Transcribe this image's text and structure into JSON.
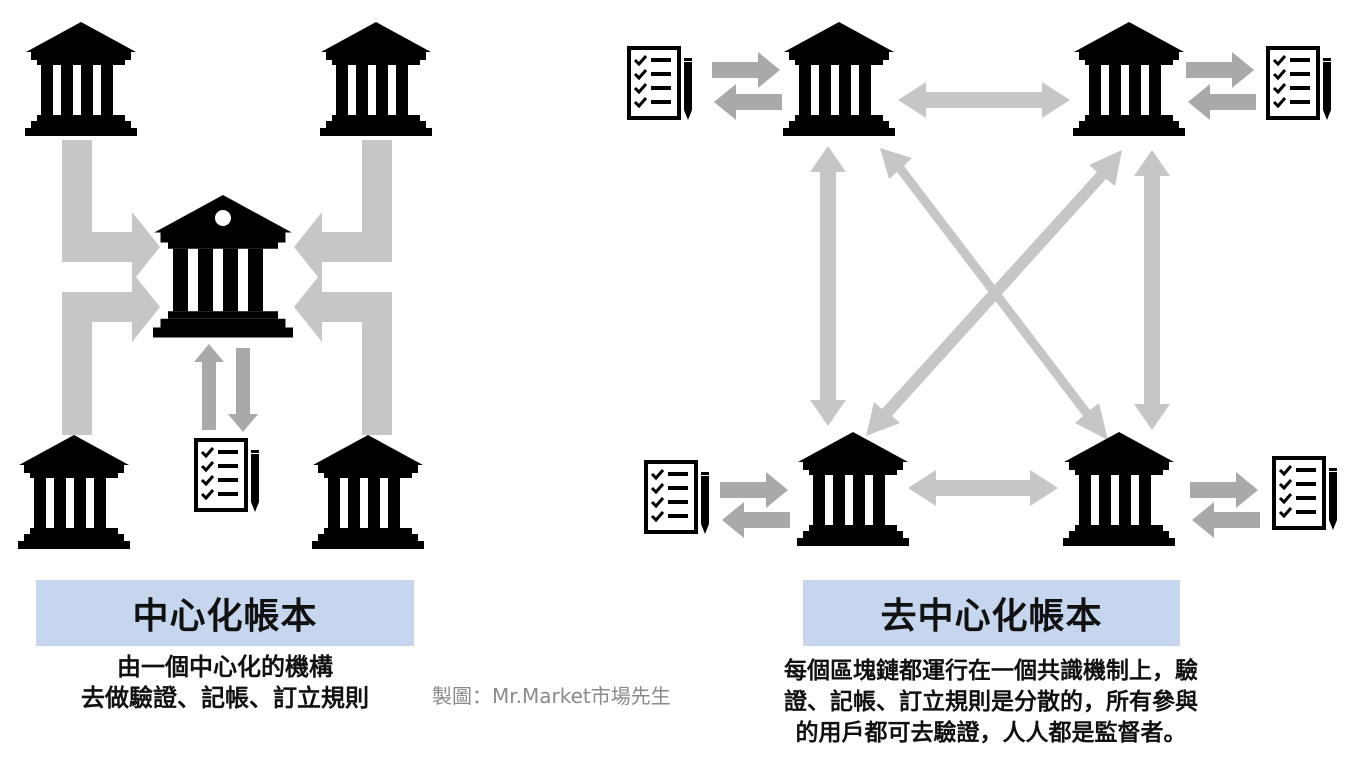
{
  "left": {
    "title": "中心化帳本",
    "caption_line1": "由一個中心化的機構",
    "caption_line2": "去做驗證、記帳、訂立規則"
  },
  "right": {
    "title": "去中心化帳本",
    "caption_line1": "每個區塊鏈都運行在一個共識機制上，驗",
    "caption_line2": "證、記帳、訂立規則是分散的，所有參與",
    "caption_line3": "的用戶都可去驗證，人人都是監督者。"
  },
  "credit": "製圖：Mr.Market市場先生",
  "colors": {
    "arrow_light": "#c6c6c6",
    "arrow_mid": "#a9a9a9",
    "icon": "#000000",
    "label_bg": "#c5d6ee"
  },
  "icons": [
    "bank-icon",
    "ledger-icon"
  ]
}
